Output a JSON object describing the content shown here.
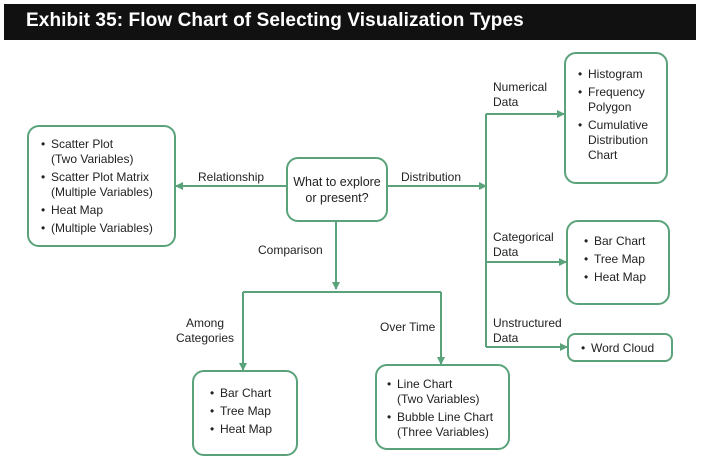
{
  "title": "Exhibit 35: Flow Chart of Selecting Visualization Types",
  "center": {
    "text": "What to explore or present?"
  },
  "edges": {
    "relationship": "Relationship",
    "distribution": "Distribution",
    "comparison": "Comparison",
    "among_categories": "Among\nCategories",
    "over_time": "Over Time",
    "numerical_data": "Numerical\nData",
    "categorical_data": "Categorical\nData",
    "unstructured_data": "Unstructured\nData"
  },
  "boxes": {
    "relationship": [
      {
        "main": "Scatter Plot",
        "sub": "(Two Variables)"
      },
      {
        "main": "Scatter Plot Matrix",
        "sub": "(Multiple Variables)"
      },
      {
        "main": "Heat Map",
        "sub": ""
      },
      {
        "main": "(Multiple Variables)",
        "sub": ""
      }
    ],
    "numerical": [
      {
        "main": "Histogram",
        "sub": ""
      },
      {
        "main": "Frequency",
        "sub": "Polygon"
      },
      {
        "main": "Cumulative",
        "sub": "Distribution\nChart"
      }
    ],
    "categorical": [
      {
        "main": "Bar Chart",
        "sub": ""
      },
      {
        "main": "Tree Map",
        "sub": ""
      },
      {
        "main": "Heat Map",
        "sub": ""
      }
    ],
    "unstructured": [
      {
        "main": "Word Cloud",
        "sub": ""
      }
    ],
    "among_categories": [
      {
        "main": "Bar Chart",
        "sub": ""
      },
      {
        "main": "Tree Map",
        "sub": ""
      },
      {
        "main": "Heat Map",
        "sub": ""
      }
    ],
    "over_time": [
      {
        "main": "Line Chart",
        "sub": "(Two Variables)"
      },
      {
        "main": "Bubble Line Chart",
        "sub": "(Three Variables)"
      }
    ]
  },
  "colors": {
    "accent": "#5aa37a",
    "header_bg": "#111111",
    "header_text": "#ffffff"
  }
}
